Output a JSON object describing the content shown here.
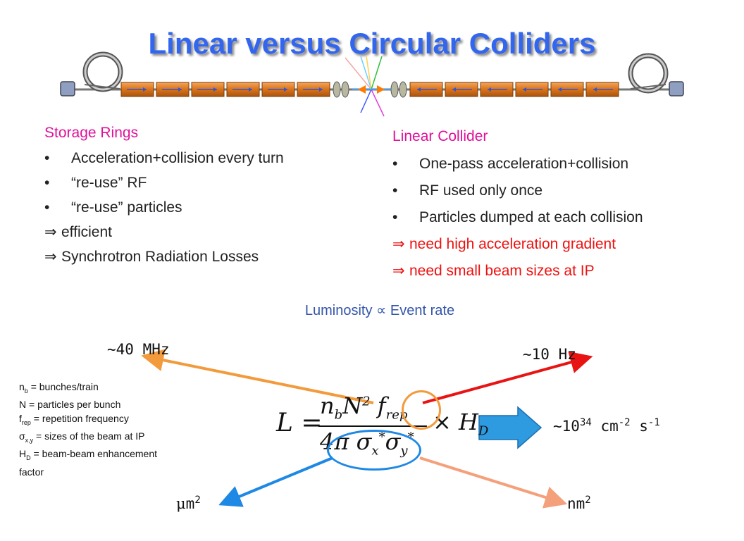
{
  "title": "Linear versus Circular Colliders",
  "left": {
    "heading": "Storage Rings",
    "bullets": [
      "Acceleration+collision every turn",
      "“re-use” RF",
      "“re-use” particles"
    ],
    "implications": [
      "efficient",
      "Synchrotron Radiation Losses"
    ]
  },
  "right": {
    "heading": "Linear Collider",
    "bullets": [
      "One-pass acceleration+collision",
      "RF used only once",
      "Particles dumped at each collision"
    ],
    "implications": [
      "need high acceleration gradient",
      "need small beam sizes at IP"
    ]
  },
  "luminosity": {
    "lhs": "Luminosity",
    "rhs": "Event rate"
  },
  "labels": {
    "freq_lhc": "~40 MHz",
    "freq_lc": "~10 Hz",
    "lumi_value": "~10",
    "lumi_exp": "34",
    "lumi_unit1": "cm",
    "lumi_unit1_exp": "-2",
    "lumi_unit2": "s",
    "lumi_unit2_exp": "-1",
    "size_lhc": "m",
    "size_lhc_exp": "2",
    "size_lc": "nm",
    "size_lc_exp": "2"
  },
  "definitions": {
    "nb": "= bunches/train",
    "N": "N = particles per bunch",
    "frep": "= repetition frequency",
    "sigma": "= sizes of the beam at IP",
    "HD": "= beam-beam enhancement",
    "HD2": "factor"
  },
  "colors": {
    "title": "#3366ee",
    "heading": "#e0109a",
    "red": "#ee1111",
    "orange": "#f29a3c",
    "blue": "#1e88e5",
    "cavity": "#d9731a"
  }
}
